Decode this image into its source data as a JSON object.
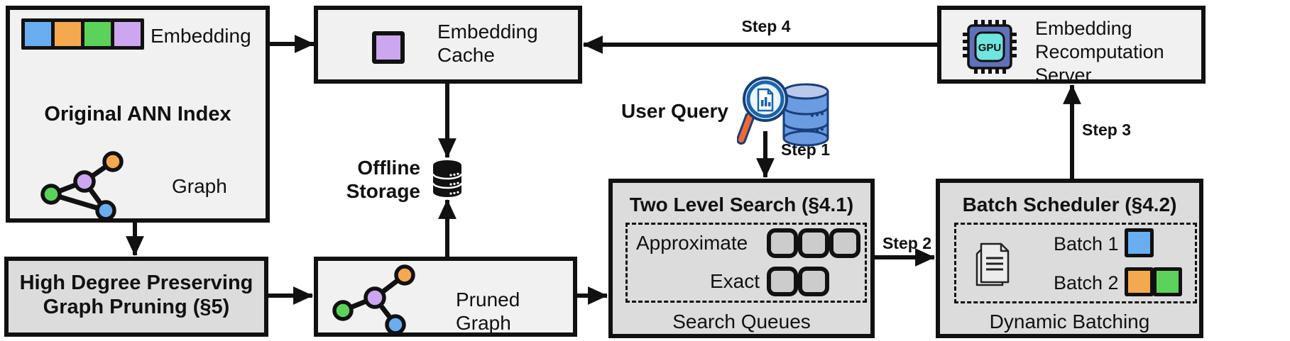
{
  "boxes": {
    "original_ann_index": {
      "title": "Original ANN Index",
      "embedding_label": "Embedding",
      "graph_label": "Graph"
    },
    "embedding_cache": {
      "label": "Embedding Cache"
    },
    "offline_storage": {
      "label": "Offline Storage"
    },
    "high_degree_pruning": {
      "label": "High Degree Preserving Graph Pruning (§5)"
    },
    "pruned_graph": {
      "label": "Pruned Graph"
    },
    "two_level_search": {
      "title": "Two Level Search (§4.1)",
      "row_approximate": "Approximate",
      "row_exact": "Exact",
      "footer": "Search Queues"
    },
    "batch_scheduler": {
      "title": "Batch Scheduler (§4.2)",
      "batch1": "Batch 1",
      "batch2": "Batch 2",
      "footer": "Dynamic Batching"
    },
    "recomputation_server": {
      "label": "Embedding Recomputation Server",
      "gpu_label": "GPU"
    }
  },
  "labels": {
    "user_query": "User Query",
    "step1": "Step 1",
    "step2": "Step 2",
    "step3": "Step 3",
    "step4": "Step 4"
  },
  "icons": {
    "embedding_vector": "embedding-vector-icon",
    "graph": "graph-icon",
    "cached_embedding": "cached-embedding-icon",
    "offline_storage": "database-icon",
    "user_query": "magnifier-database-icon",
    "documents": "documents-stack-icon",
    "gpu": "gpu-chip-icon"
  },
  "colors": {
    "blue": "#6aaef1",
    "orange": "#f5a94f",
    "green": "#5bd35b",
    "purple": "#cda6f0",
    "box_light": "#f1f1f1",
    "box_dark": "#dcdcdc",
    "queue_fill": "#cccccc",
    "line": "#111111",
    "gpu_chip": "#5f71b8",
    "gpu_core": "#6fe5df"
  }
}
